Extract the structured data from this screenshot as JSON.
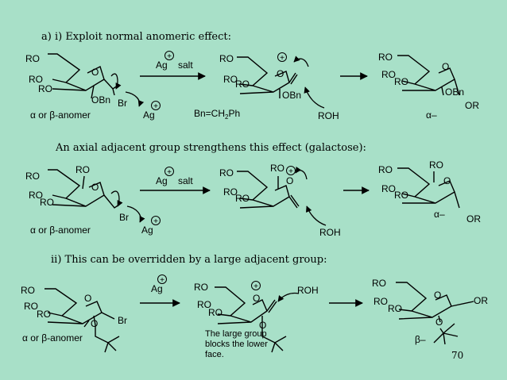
{
  "heading_i": "a) i) Exploit normal anomeric effect:",
  "heading_axial": "An axial adjacent group strengthens this effect (galactose):",
  "heading_ii": "ii) This can be overridden by a large adjacent group:",
  "page_number": "70",
  "labels": {
    "RO": "RO",
    "O": "O",
    "OBn": "OBn",
    "OR": "OR",
    "Br": "Br",
    "Ag": "Ag",
    "salt": "salt",
    "ROH": "ROH",
    "plus": "+",
    "bn_def": "Bn=CH",
    "bn_sub": "2",
    "bn_ph": "Ph",
    "alpha_beta_anomer": "α or β-anomer",
    "alpha_product": "α–",
    "beta_product": "β–",
    "large_group_note": [
      "The large group",
      "blocks the lower",
      "face."
    ]
  }
}
